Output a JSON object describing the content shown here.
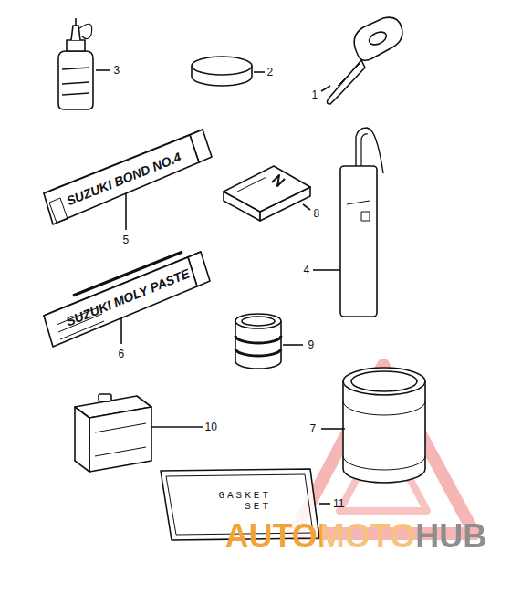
{
  "diagram": {
    "labels": [
      "3",
      "2",
      "1",
      "5",
      "8",
      "4",
      "6",
      "9",
      "10",
      "7",
      "11",
      "SUZUKI BOND NO.4",
      "SUZUKI MOLY PASTE",
      "GASKET SET",
      "AUTOMOTOHUB"
    ]
  }
}
